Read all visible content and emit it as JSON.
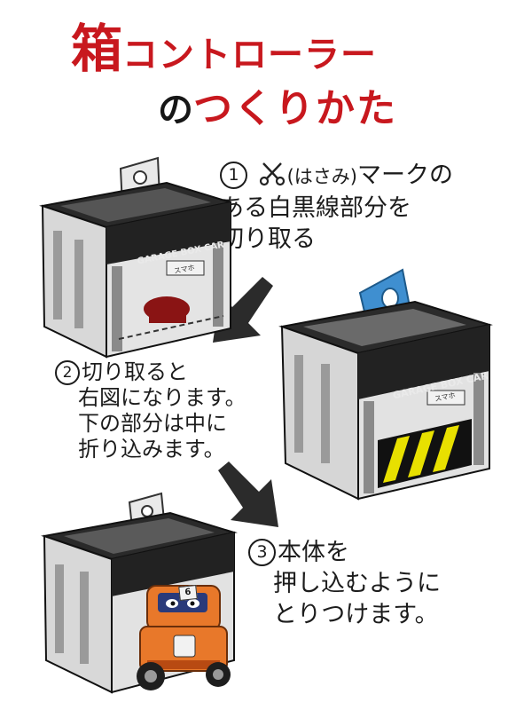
{
  "title": {
    "line1_big": "箱",
    "line1_rest": "コントローラー",
    "line2_no": "の",
    "line2_rest": "つくりかた"
  },
  "steps": {
    "step1": {
      "number": "①",
      "paren": "(はさみ)",
      "line1_tail": "マークの",
      "line2": "ある白黒線部分を",
      "line3": "切り取る"
    },
    "step2": {
      "number": "②",
      "line1": "切り取ると",
      "line2": "右図になります。",
      "line3": "下の部分は中に",
      "line4": "折り込みます。"
    },
    "step3": {
      "number": "③",
      "line1": "本体を",
      "line2": "押し込むように",
      "line3": "とりつけます。"
    }
  },
  "box_label": "GARAGE BOX CAR",
  "box_sign": "スマホ",
  "car_number": "6",
  "icons": [
    "scissors-icon",
    "arrow-down-left-icon",
    "arrow-down-right-icon"
  ],
  "colors": {
    "title_red": "#c8181e",
    "tab_blue": "#3f8fd0",
    "car_orange": "#e8782a",
    "stripe_yellow": "#e8e000"
  }
}
